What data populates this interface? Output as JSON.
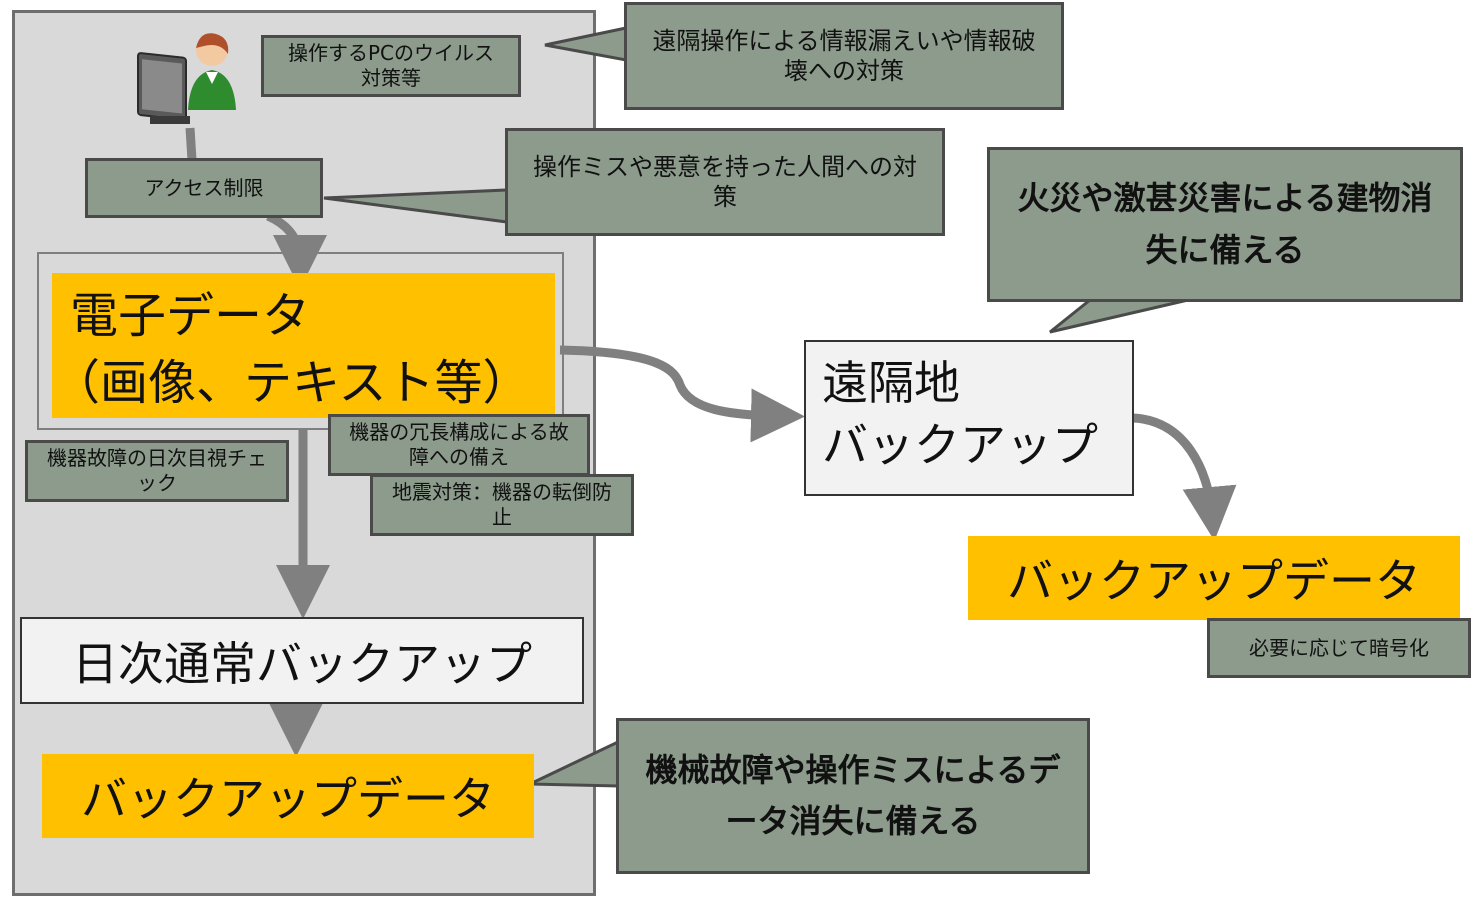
{
  "colors": {
    "panel": "#d9d9d9",
    "note": "#8c9b8c",
    "gold": "#ffc000",
    "arrow": "#808080"
  },
  "pc_user_icon": "pc-user-icon",
  "notes": {
    "virus": "操作するPCのウイルス対策等",
    "leak": "遠隔操作による情報漏えいや情報破壊への対策",
    "access": "アクセス制限",
    "misuse": "操作ミスや悪意を持った人間への対策",
    "disaster": "火災や激甚災害による建物消失に備える",
    "daily_check": "機器故障の日次目視チェック",
    "redundancy": "機器の冗長構成による故障への備え",
    "earthquake": "地震対策：機器の転倒防止",
    "encryption": "必要に応じて暗号化",
    "mechanical": "機械故障や操作ミスによるデータ消失に備える"
  },
  "boxes": {
    "electronic_data_line1": "電子データ",
    "electronic_data_line2": "（画像、テキスト等）",
    "daily_backup": "日次通常バックアップ",
    "backup_data_left": "バックアップデータ",
    "remote_line1": "遠隔地",
    "remote_line2": "バックアップ",
    "backup_data_right": "バックアップデータ"
  }
}
